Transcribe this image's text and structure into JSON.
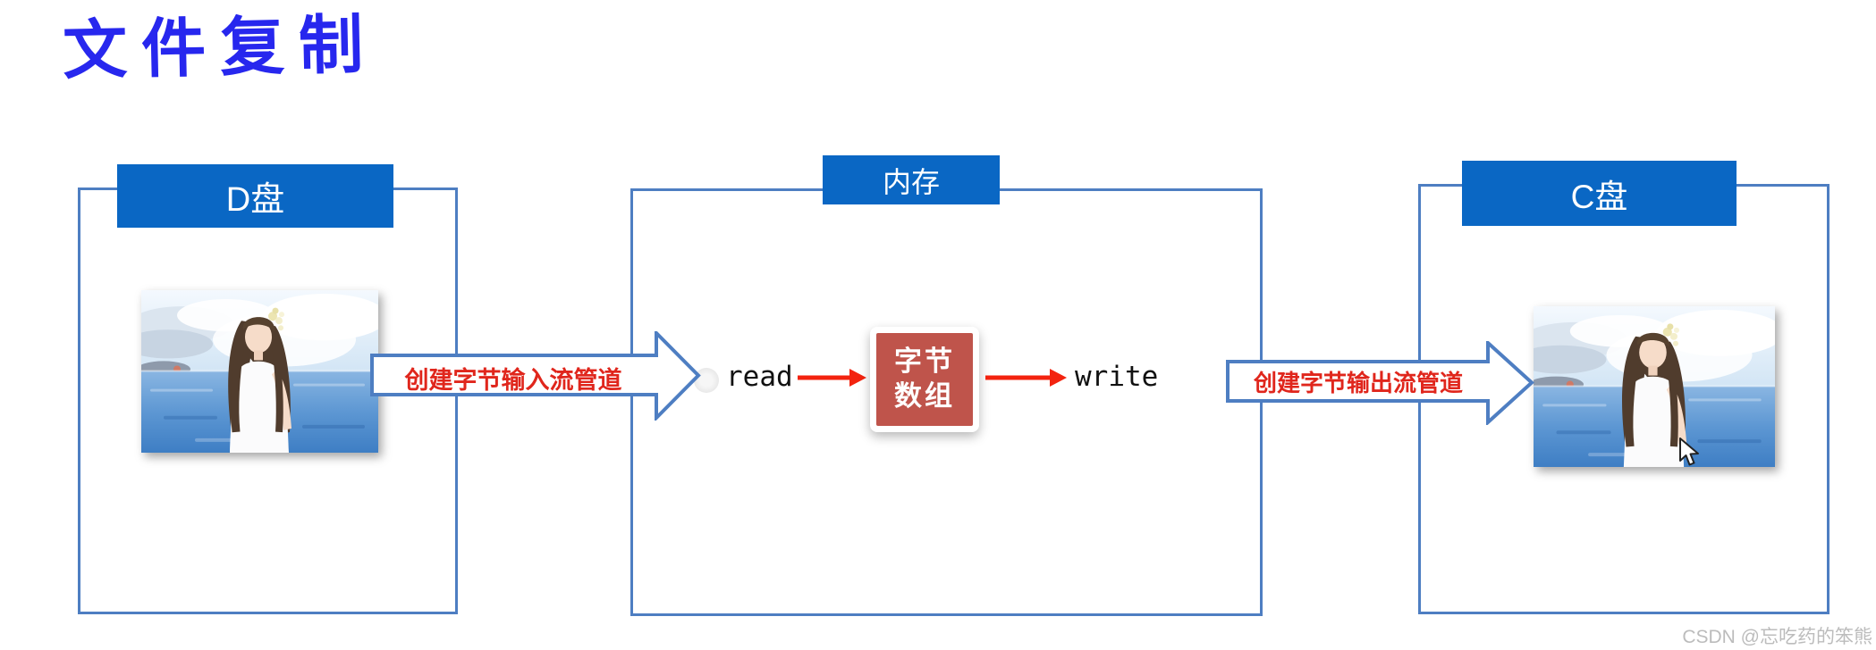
{
  "title": "文件复制",
  "watermark": "CSDN @忘吃药的笨熊",
  "colors": {
    "title_blue": "#2727ee",
    "header_blue": "#0a67c4",
    "box_border_blue": "#4e7ec2",
    "pipe_label_red": "#e0261c",
    "flow_arrow_red": "#f3230f",
    "byte_box_fill": "#bf544b"
  },
  "diagram": {
    "d_drive": {
      "label": "D盘",
      "content": "photo of girl by the sea"
    },
    "memory": {
      "label": "内存"
    },
    "c_drive": {
      "label": "C盘",
      "content": "copied photo of girl by the sea"
    },
    "input_pipe_arrow": {
      "label": "创建字节输入流管道",
      "direction": "right"
    },
    "output_pipe_arrow": {
      "label": "创建字节输出流管道",
      "direction": "right"
    },
    "read_label": "read",
    "write_label": "write",
    "byte_array_box": {
      "label": "字节\n数组"
    }
  }
}
